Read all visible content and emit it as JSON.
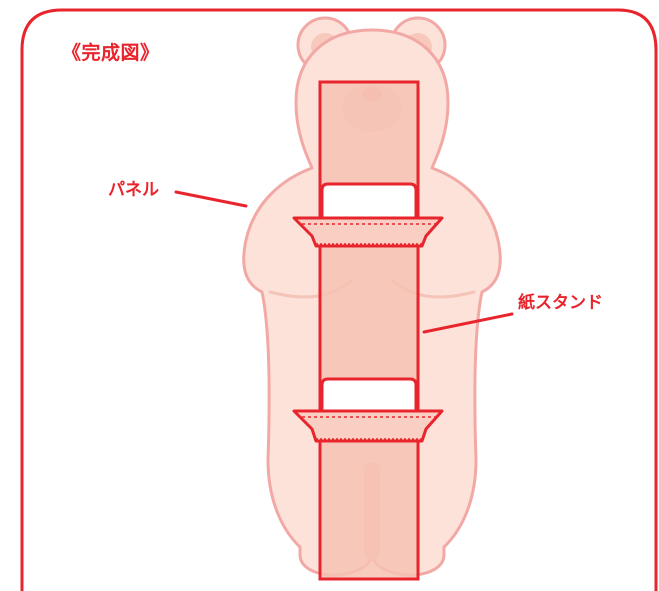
{
  "title": "《完成図》",
  "labels": {
    "panel": "パネル",
    "paper_stand": "紙スタンド"
  },
  "colors": {
    "accent": "#e8242d",
    "bear_fill": "#fde2da",
    "bear_outline": "#f2a9a6",
    "stand_fill": "#f6c2b3"
  }
}
